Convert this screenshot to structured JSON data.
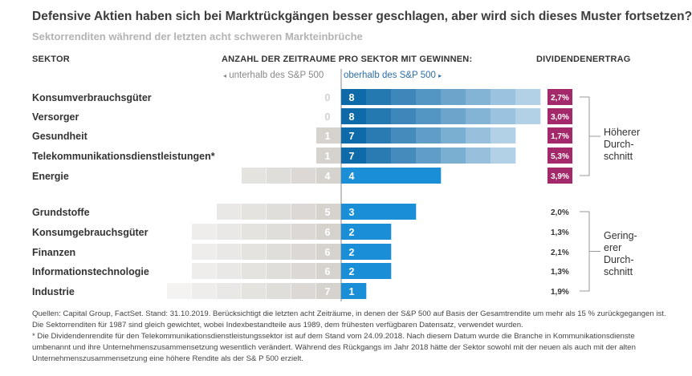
{
  "title": "Defensive Aktien haben sich bei Marktrückgängen besser geschlagen, aber wird sich dieses Muster fortsetzen?",
  "subtitle": "Sektorrenditen während der letzten acht schweren Markteinbrüche",
  "headers": {
    "sector": "SEKTOR",
    "count": "ANZAHL DER ZEITRAUME PRO SEKTOR MIT GEWINNEN:",
    "dividend": "DIVIDENDENERTRAG"
  },
  "directions": {
    "below": "unterhalb des S&P 500",
    "above": "oberhalb des S&P 500"
  },
  "groups": {
    "higher": [
      "Höherer",
      "Durch-",
      "schnitt"
    ],
    "lower": [
      "Gering-",
      "erer",
      "Durch-",
      "schnitt"
    ]
  },
  "colors": {
    "highlight_box": "#a3296a",
    "above_dark": "#0e6aa8",
    "above_bright": "#1a8fd8",
    "above_light": "#cfe3f2",
    "below_gray": "#d6d3cf"
  },
  "chart_data": {
    "type": "bar",
    "categories": [
      "Konsumverbrauchsgüter",
      "Versorger",
      "Gesundheit",
      "Telekommunikationsdienstleistungen*",
      "Energie",
      "Grundstoffe",
      "Konsumgebrauchsgüter",
      "Finanzen",
      "Informationstechnologie",
      "Industrie"
    ],
    "series": [
      {
        "name": "unterhalb des S&P 500",
        "values": [
          0,
          0,
          1,
          1,
          4,
          5,
          6,
          6,
          6,
          7
        ]
      },
      {
        "name": "oberhalb des S&P 500",
        "values": [
          8,
          8,
          7,
          7,
          4,
          3,
          2,
          2,
          2,
          1
        ]
      }
    ],
    "dividend_yield": [
      "2,7%",
      "3,0%",
      "1,7%",
      "5,3%",
      "3,9%",
      "2,0%",
      "1,3%",
      "2,1%",
      "1,3%",
      "1,9%"
    ],
    "highlighted": [
      true,
      true,
      true,
      true,
      true,
      false,
      false,
      false,
      false,
      false
    ],
    "xlim": [
      0,
      8
    ]
  },
  "footer": [
    "Quellen: Capital Group, FactSet. Stand: 31.10.2019. Berücksichtigt die letzten acht Zeiträume, in denen der S&P 500 auf Basis der Gesamtrendite um mehr als 15 % zurückgegangen ist. Die Sektorrenditen für 1987 sind gleich gewichtet, wobei Indexbestandteile aus 1989, dem frühesten verfügbaren Datensatz, verwendet wurden.",
    "* Die Dividendenrendite für den Telekommunikationsdienstleistungssektor ist auf dem Stand vom 24.09.2018. Nach diesem Datum wurde die Branche in Kommunikationsdienste umbenannt und ihre Unternehmenszusammensetzung wesentlich verändert. Während des Rückgangs im Jahr 2018 hätte der Sektor sowohl mit der neuen als auch mit der alten Unternehmenszusammensetzung eine höhere Rendite als der S& P 500 erzielt."
  ]
}
